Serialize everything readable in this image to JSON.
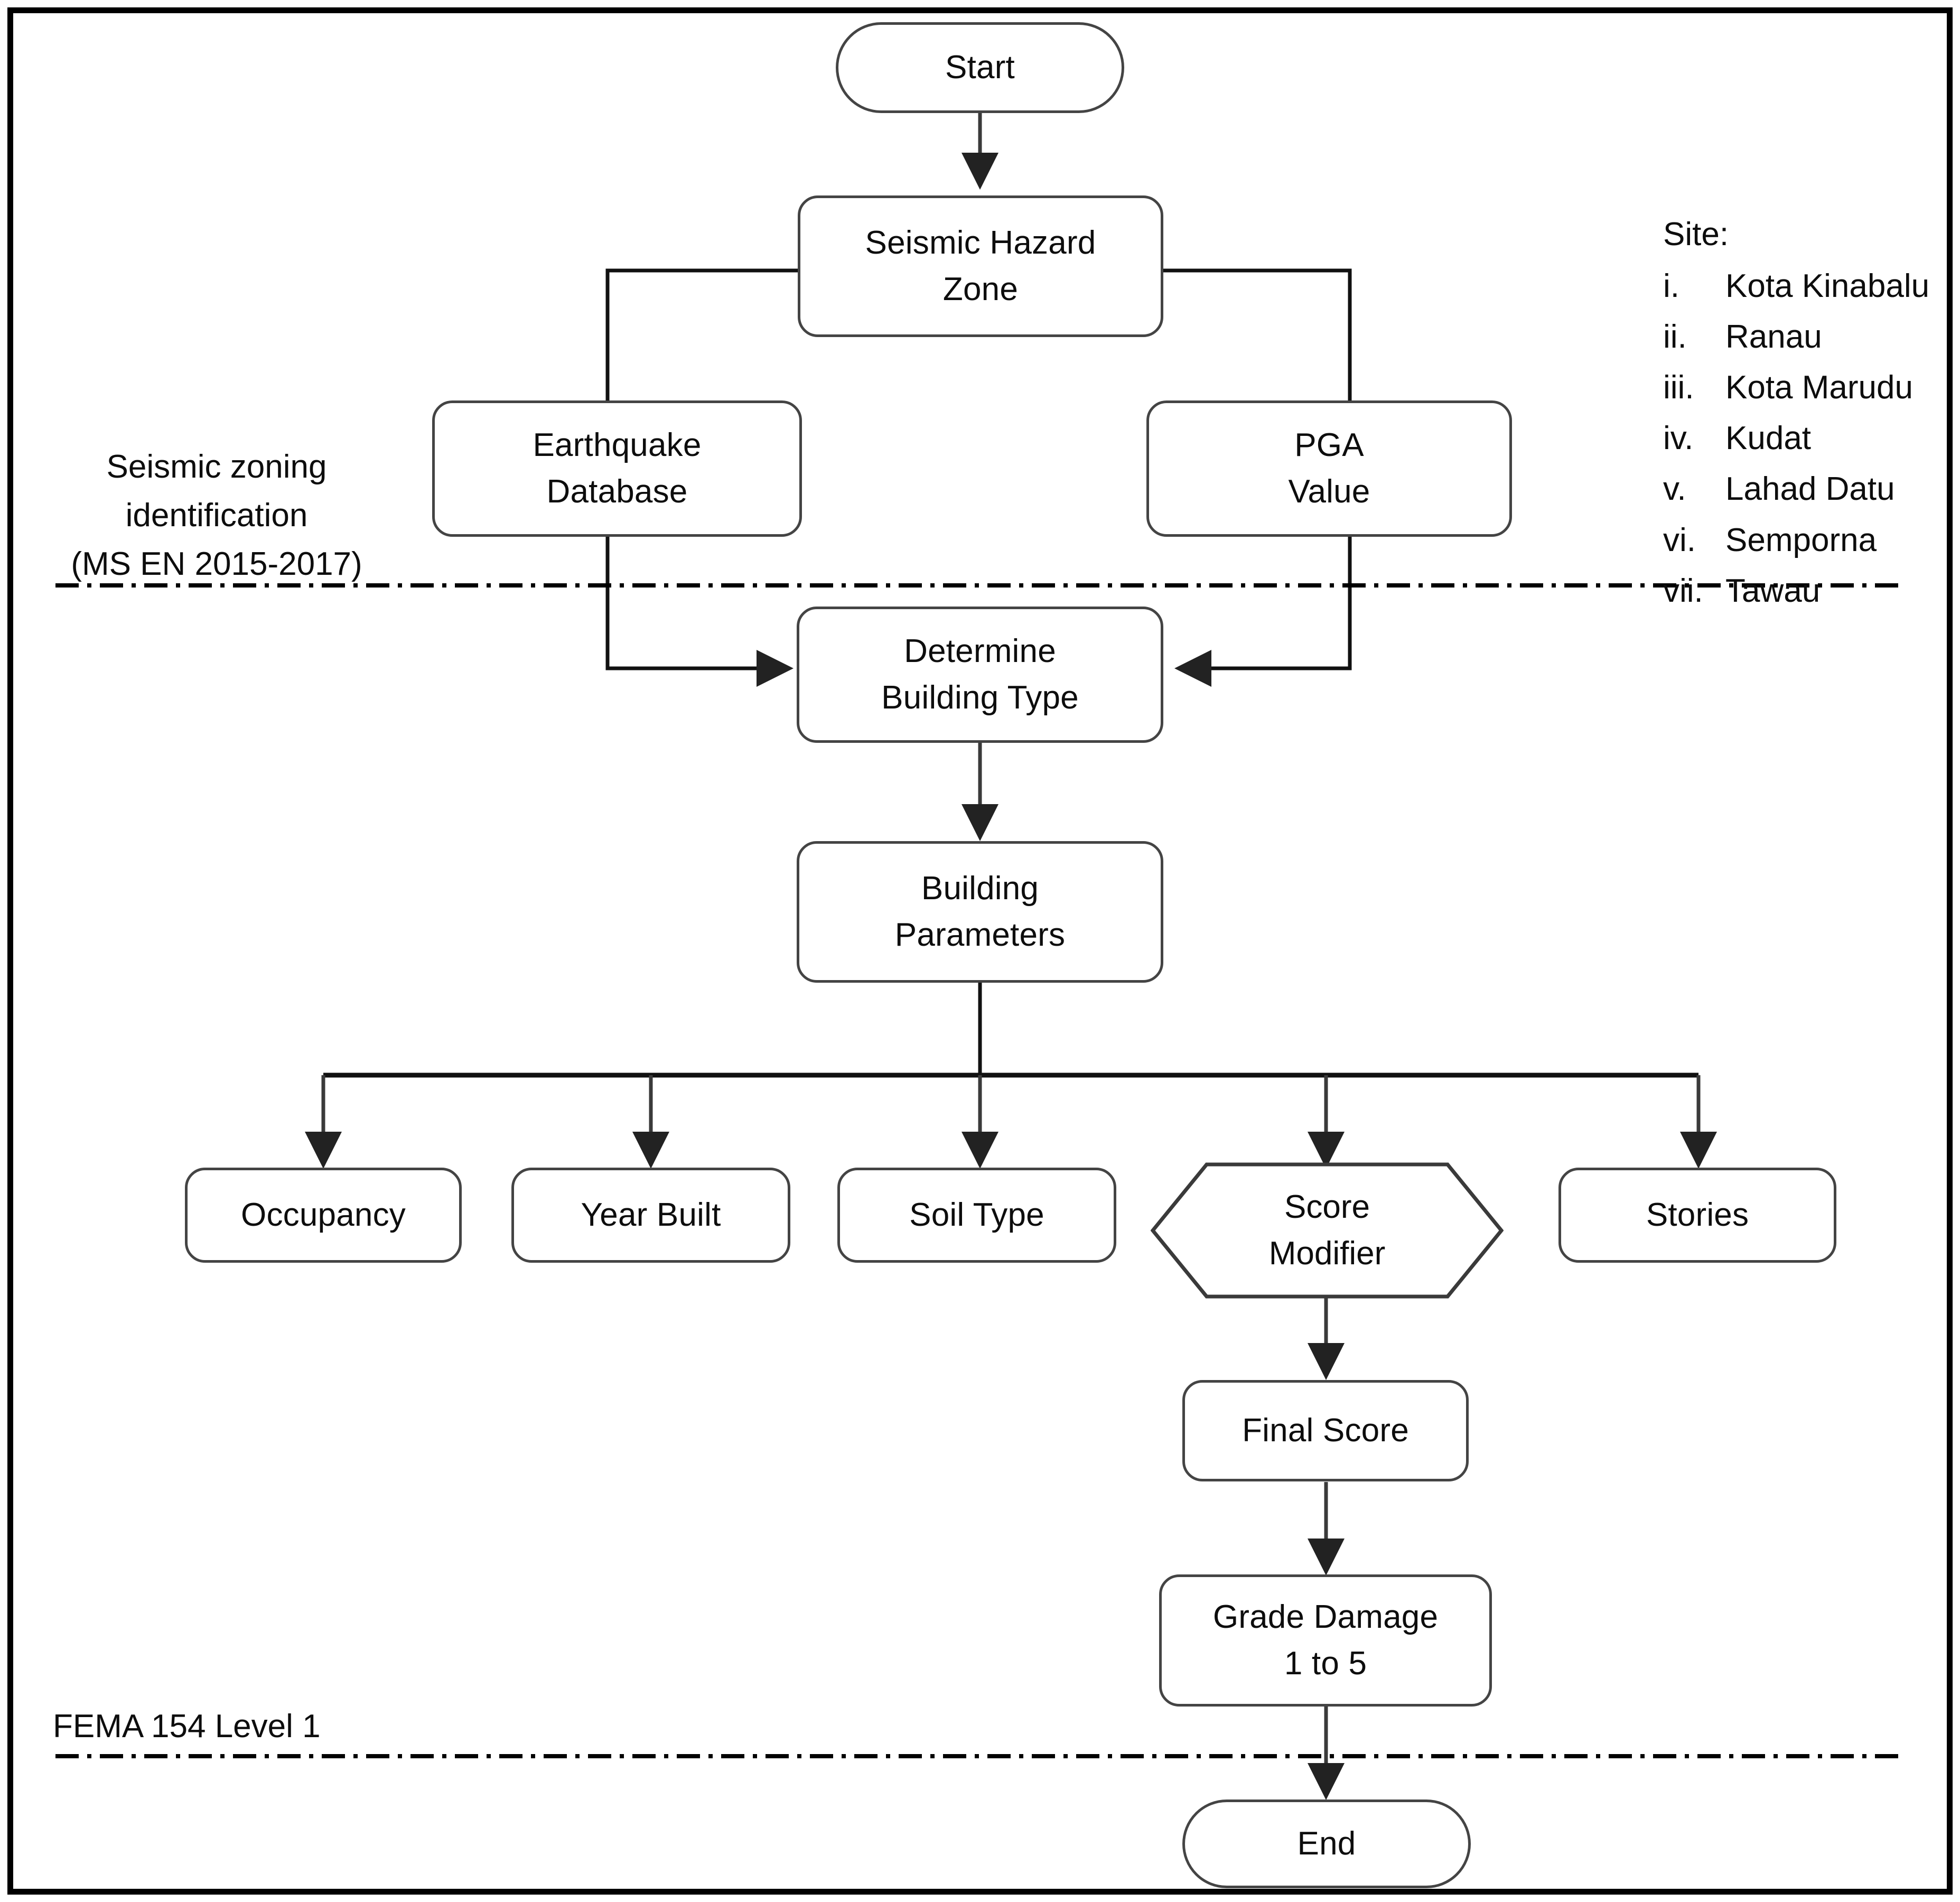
{
  "figure": {
    "type": "flowchart",
    "title": "Seismic vulnerability assessment flowchart"
  },
  "nodes": {
    "start": "Start",
    "seismic_hazard_zone": "Seismic Hazard\nZone",
    "earthquake_database": "Earthquake\nDatabase",
    "pga_value": "PGA\nValue",
    "determine_building_type": "Determine\nBuilding Type",
    "building_parameters": "Building\nParameters",
    "occupancy": "Occupancy",
    "year_built": "Year Built",
    "soil_type": "Soil Type",
    "score_modifier": "Score\nModifier",
    "stories": "Stories",
    "final_score": "Final Score",
    "grade_damage": "Grade Damage\n1 to 5",
    "end": "End"
  },
  "annotations": {
    "seismic_zoning": "Seismic zoning\nidentification\n(MS EN 2015-2017)",
    "fema": "FEMA 154 Level 1"
  },
  "site": {
    "title": "Site:",
    "items": [
      {
        "num": "i.",
        "name": "Kota Kinabalu"
      },
      {
        "num": "ii.",
        "name": "Ranau"
      },
      {
        "num": "iii.",
        "name": "Kota Marudu"
      },
      {
        "num": "iv.",
        "name": "Kudat"
      },
      {
        "num": "v.",
        "name": "Lahad Datu"
      },
      {
        "num": "vi.",
        "name": "Semporna"
      },
      {
        "num": "vii.",
        "name": "Tawau"
      }
    ]
  },
  "colors": {
    "frame": "#000000",
    "node_border": "#444444",
    "connector": "#3a3a3a",
    "text": "#0d0d0d",
    "background": "#ffffff"
  }
}
